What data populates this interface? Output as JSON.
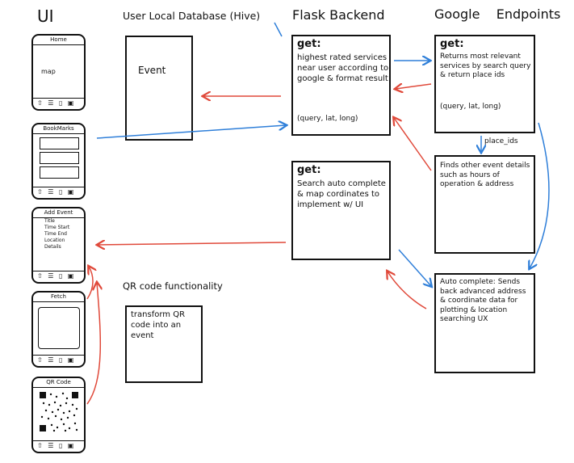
{
  "headers": {
    "ui": "UI",
    "db": "User Local Database (Hive)",
    "backend": "Flask Backend",
    "google": "Google    Endpoints"
  },
  "phones": {
    "home": {
      "title": "Home",
      "body": "map"
    },
    "bookmarks": {
      "title": "BookMarks"
    },
    "add_event": {
      "title": "Add Event",
      "fields": [
        "Title",
        "Time Start",
        "Time End",
        "Location",
        "Details"
      ]
    },
    "fetch": {
      "title": "Fetch"
    },
    "qr": {
      "title": "QR Code"
    },
    "navbar": "⇧ ☰ ▯ ▣"
  },
  "db_box": {
    "text": "Event"
  },
  "qr_section": {
    "heading": "QR code functionality",
    "text": "transform QR code into an event"
  },
  "backend_boxes": {
    "top": {
      "get": "get:",
      "text": "highest rated services near user according to google & format result",
      "params": "(query, lat, long)"
    },
    "bottom": {
      "get": "get:",
      "text": "Search auto complete & map cordinates to implement w/ UI"
    }
  },
  "endpoint_boxes": {
    "top": {
      "get": "get:",
      "text": "Returns most relevant services by search query & return place ids",
      "params": "(query, lat, long)"
    },
    "middle": {
      "text": "Finds other event details such as hours of operation & address"
    },
    "bottom": {
      "text": "Auto complete: Sends back advanced address & coordinate data for plotting & location searching UX"
    }
  },
  "place_ids_label": "place_ids",
  "colors": {
    "ink": "#111111",
    "red_arrow": "#e0493a",
    "blue_arrow": "#2f7fd9"
  }
}
